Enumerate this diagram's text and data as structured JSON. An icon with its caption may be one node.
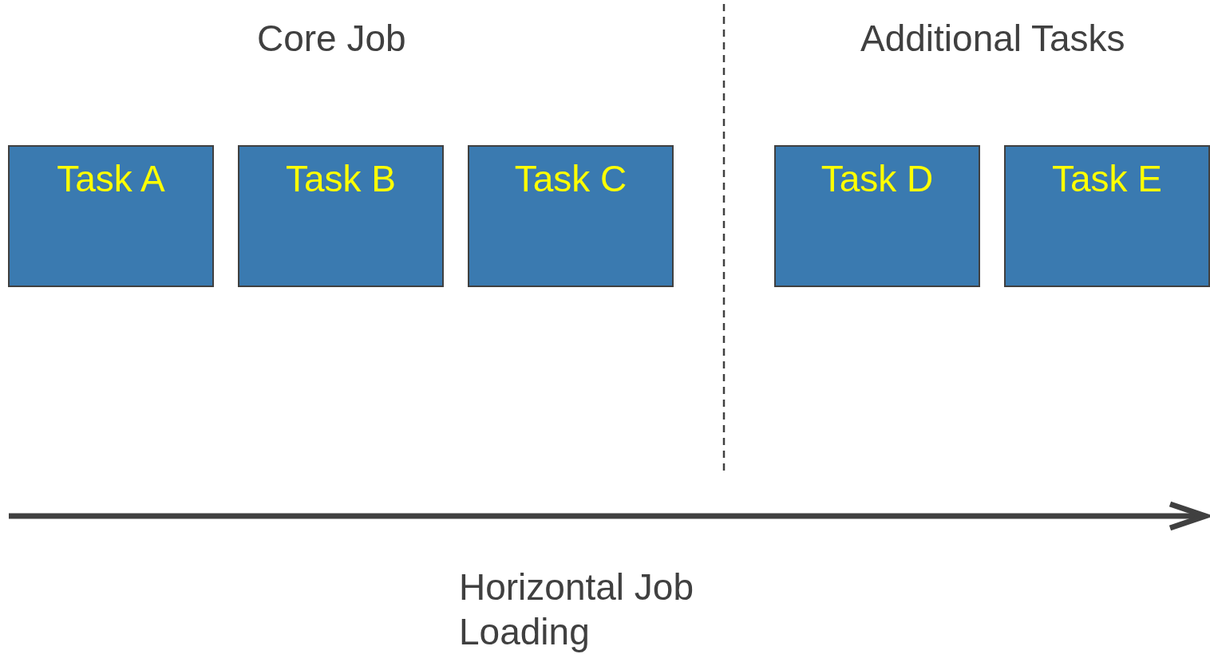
{
  "diagram": {
    "nodes": [
      {
        "text": [
          "Task A"
        ]
      },
      {
        "text": [
          "Task B"
        ]
      },
      {
        "text": [
          "Task C"
        ]
      },
      {
        "text": [
          "Task D"
        ]
      },
      {
        "text": [
          "Task E"
        ]
      }
    ],
    "labels": [
      "Core Job",
      "Additional Tasks",
      "Horizontal Job Loading"
    ]
  }
}
